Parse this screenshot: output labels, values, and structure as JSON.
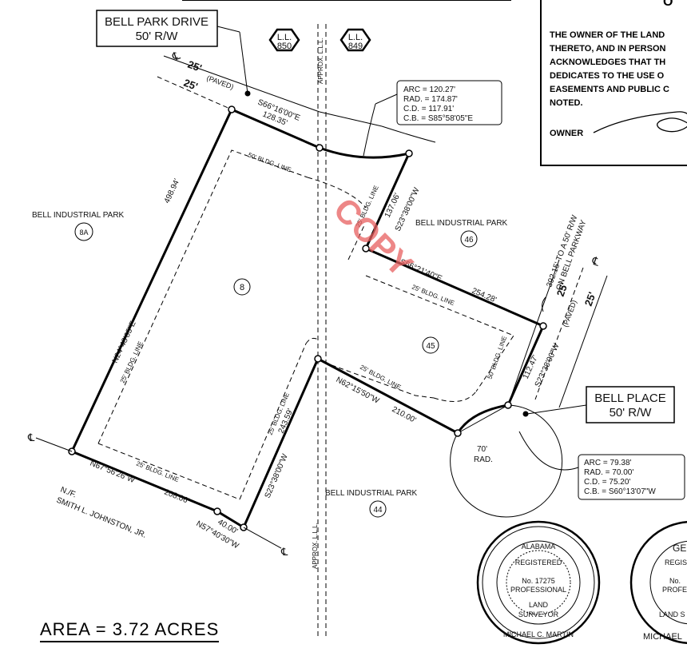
{
  "streets": {
    "bell_park": {
      "name": "BELL PARK DRIVE",
      "rw": "50' R/W",
      "width_top": "25'",
      "width_bottom": "25'",
      "paved": "(PAVED)"
    },
    "bell_place": {
      "name": "BELL PLACE",
      "rw": "50' R/W",
      "width_left": "25'",
      "width_right": "25'",
      "paved": "(PAVED)"
    }
  },
  "land_lots": {
    "left": "L.L.\n850",
    "right": "L.L.\n849",
    "left_l1": "L.L.",
    "left_l2": "850",
    "right_l1": "L.L.",
    "right_l2": "849"
  },
  "curve_1": {
    "arc": "ARC  =  120.27'",
    "rad": "RAD.  =  174.87'",
    "cd": "C.D.  =  117.91'",
    "cb": "C.B.  =  S85°58'05\"E"
  },
  "curve_2": {
    "arc": "ARC  =  79.38'",
    "rad": "RAD.  =  70.00'",
    "cd": "C.D.  =  75.20'",
    "cb": "C.B.  =  S60°13'07\"W"
  },
  "bearings": {
    "north_1": "S66°16'00\"E",
    "north_1_dist": "128.35'",
    "west": "498.94'",
    "west_b": "N24°48'05\"E",
    "east_1": "137.06'",
    "east_1_b": "S23°38'00\"W",
    "mid": "S66°21'40\"E",
    "mid_dist": "254.28'",
    "east_2": "112.47'",
    "east_2_b": "S23°38'00\"W",
    "inner": "N62°15'50\"W",
    "inner_dist": "210.00'",
    "inner_v": "243.59'",
    "inner_v_b": "S23°38'00\"W",
    "south": "N67°56'26\"W",
    "south_dist": "208.06'",
    "short_dist": "40.00'",
    "short_b": "N57°40'30\"W",
    "to_parkway": "392.15' TO A 50' R/W",
    "to_parkway_2": "ON BELL PARKWAY"
  },
  "lots": {
    "lot8": "8",
    "lot45": "45",
    "lot46": "46",
    "lot44": "44",
    "lot8a": "8A"
  },
  "labels": {
    "industrial_park": "BELL INDUSTRIAL PARK",
    "bldg_50": "50' BLDG. LINE",
    "bldg_25": "25' BLDG. LINE",
    "approx_ll": "APPROX. L.L.L.",
    "rad_70": "70'",
    "rad_word": "RAD.",
    "neighbor_1": "N./F.",
    "neighbor_2": "SMITH L. JOHNSTON, JR.",
    "centerline": "℄",
    "property_line": "℄",
    "copy_watermark": "COPY"
  },
  "owner_cert": {
    "heading": "O",
    "text": "THE OWNER OF THE LAND\nTHERETO, AND IN PERSON\nACKNOWLEDGES THAT TH\nDEDICATES TO THE USE O\nEASEMENTS AND PUBLIC C\nNOTED.",
    "owner_label": "OWNER"
  },
  "area": "AREA  =  3.72  ACRES",
  "seal_1": {
    "state": "ALABAMA",
    "registered": "REGISTERED",
    "no": "No. 17275",
    "professional": "PROFESSIONAL",
    "land": "LAND",
    "surveyor": "SURVEYOR",
    "name": "MICHAEL C. MARTIN"
  },
  "seal_2": {
    "state": "GEO",
    "registered": "REGIS",
    "no": "No.",
    "professional": "PROFE",
    "land": "LAND S",
    "name": "MICHAEL"
  }
}
